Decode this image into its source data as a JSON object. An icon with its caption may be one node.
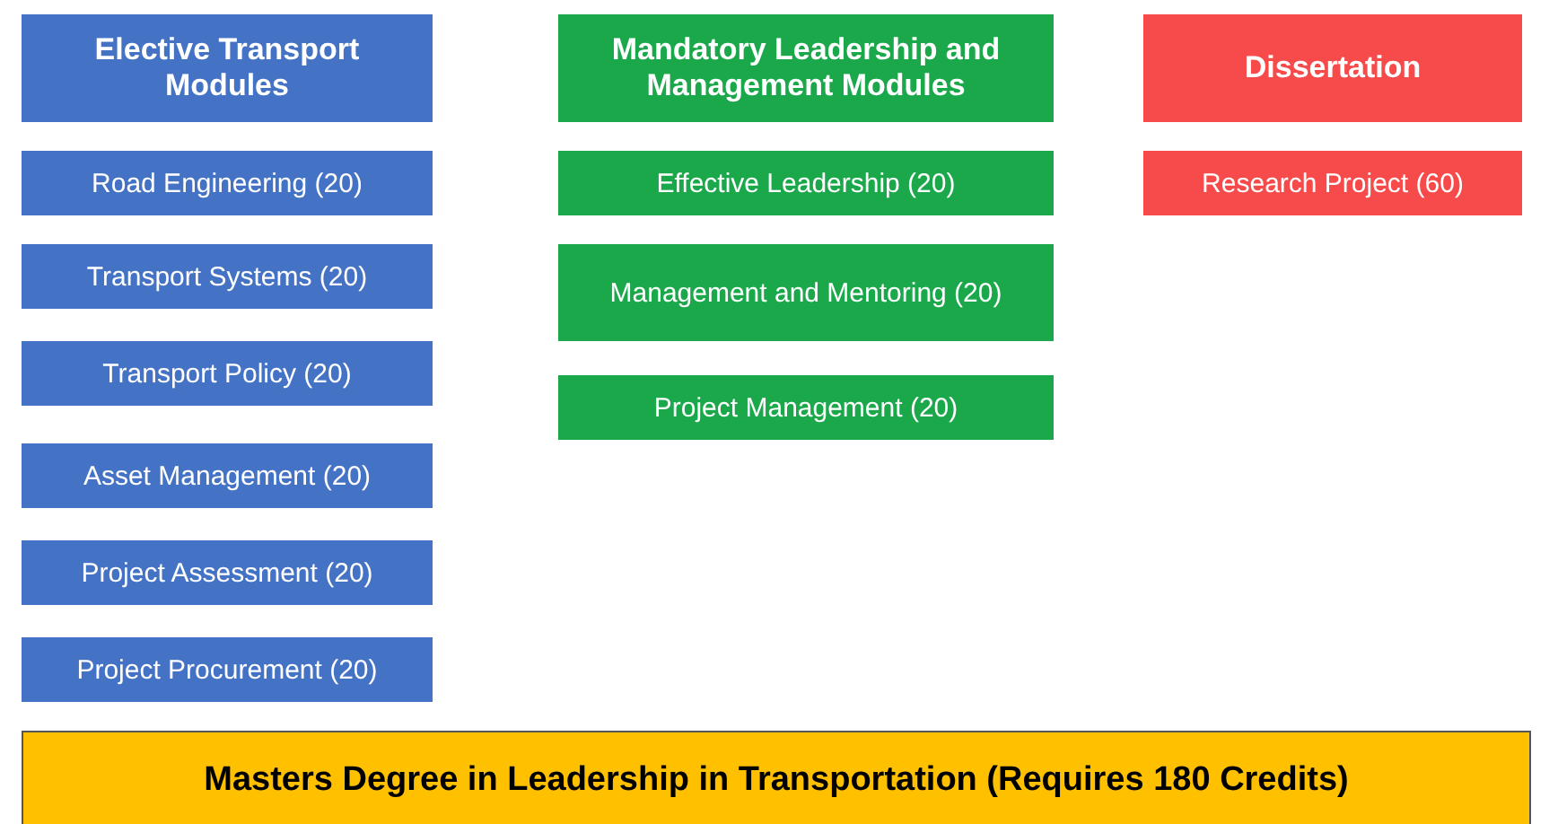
{
  "diagram": {
    "nodes": [
      {
        "text": [
          "Elective Transport Modules"
        ]
      },
      {
        "text": [
          "Road Engineering (20)"
        ]
      },
      {
        "text": [
          "Transport Systems (20)"
        ]
      },
      {
        "text": [
          "Transport Policy (20)"
        ]
      },
      {
        "text": [
          "Asset Management (20)"
        ]
      },
      {
        "text": [
          "Project Assessment (20)"
        ]
      },
      {
        "text": [
          "Project Procurement (20)"
        ]
      },
      {
        "text": [
          "Mandatory Leadership and Management Modules"
        ]
      },
      {
        "text": [
          "Effective Leadership (20)"
        ]
      },
      {
        "text": [
          "Management and Mentoring (20)"
        ]
      },
      {
        "text": [
          "Project Management (20)"
        ]
      },
      {
        "text": [
          "Dissertation"
        ]
      },
      {
        "text": [
          "Research Project (60)"
        ]
      },
      {
        "text": [
          "Masters Degree in Leadership in Transportation (Requires 180 Credits)"
        ]
      }
    ]
  }
}
